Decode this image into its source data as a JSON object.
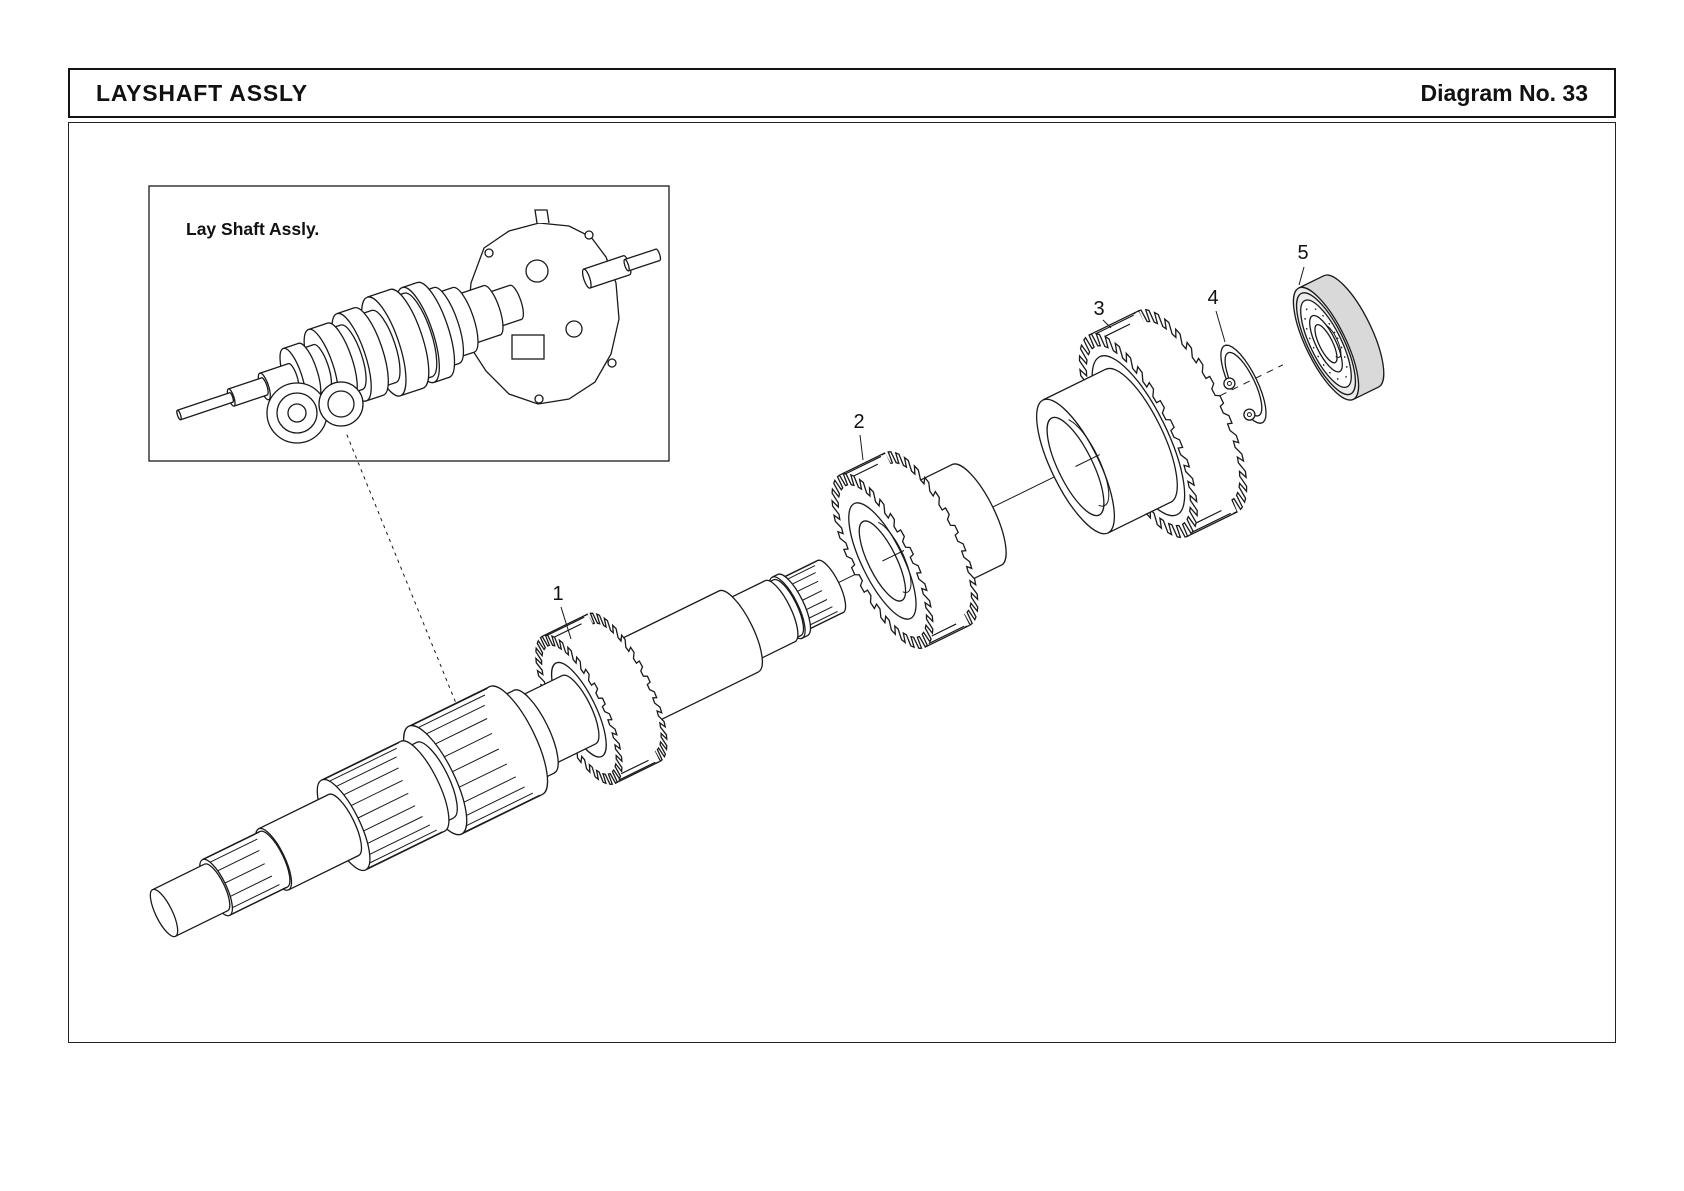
{
  "header": {
    "title": "LAYSHAFT ASSLY",
    "diagram_no": "Diagram No. 33"
  },
  "inset": {
    "label": "Lay Shaft Assly."
  },
  "callouts": [
    "1",
    "2",
    "3",
    "4",
    "5"
  ],
  "colors": {
    "line": "#1a1a1a",
    "paper": "#ffffff",
    "bearing_shade": "#d9d9d9"
  }
}
